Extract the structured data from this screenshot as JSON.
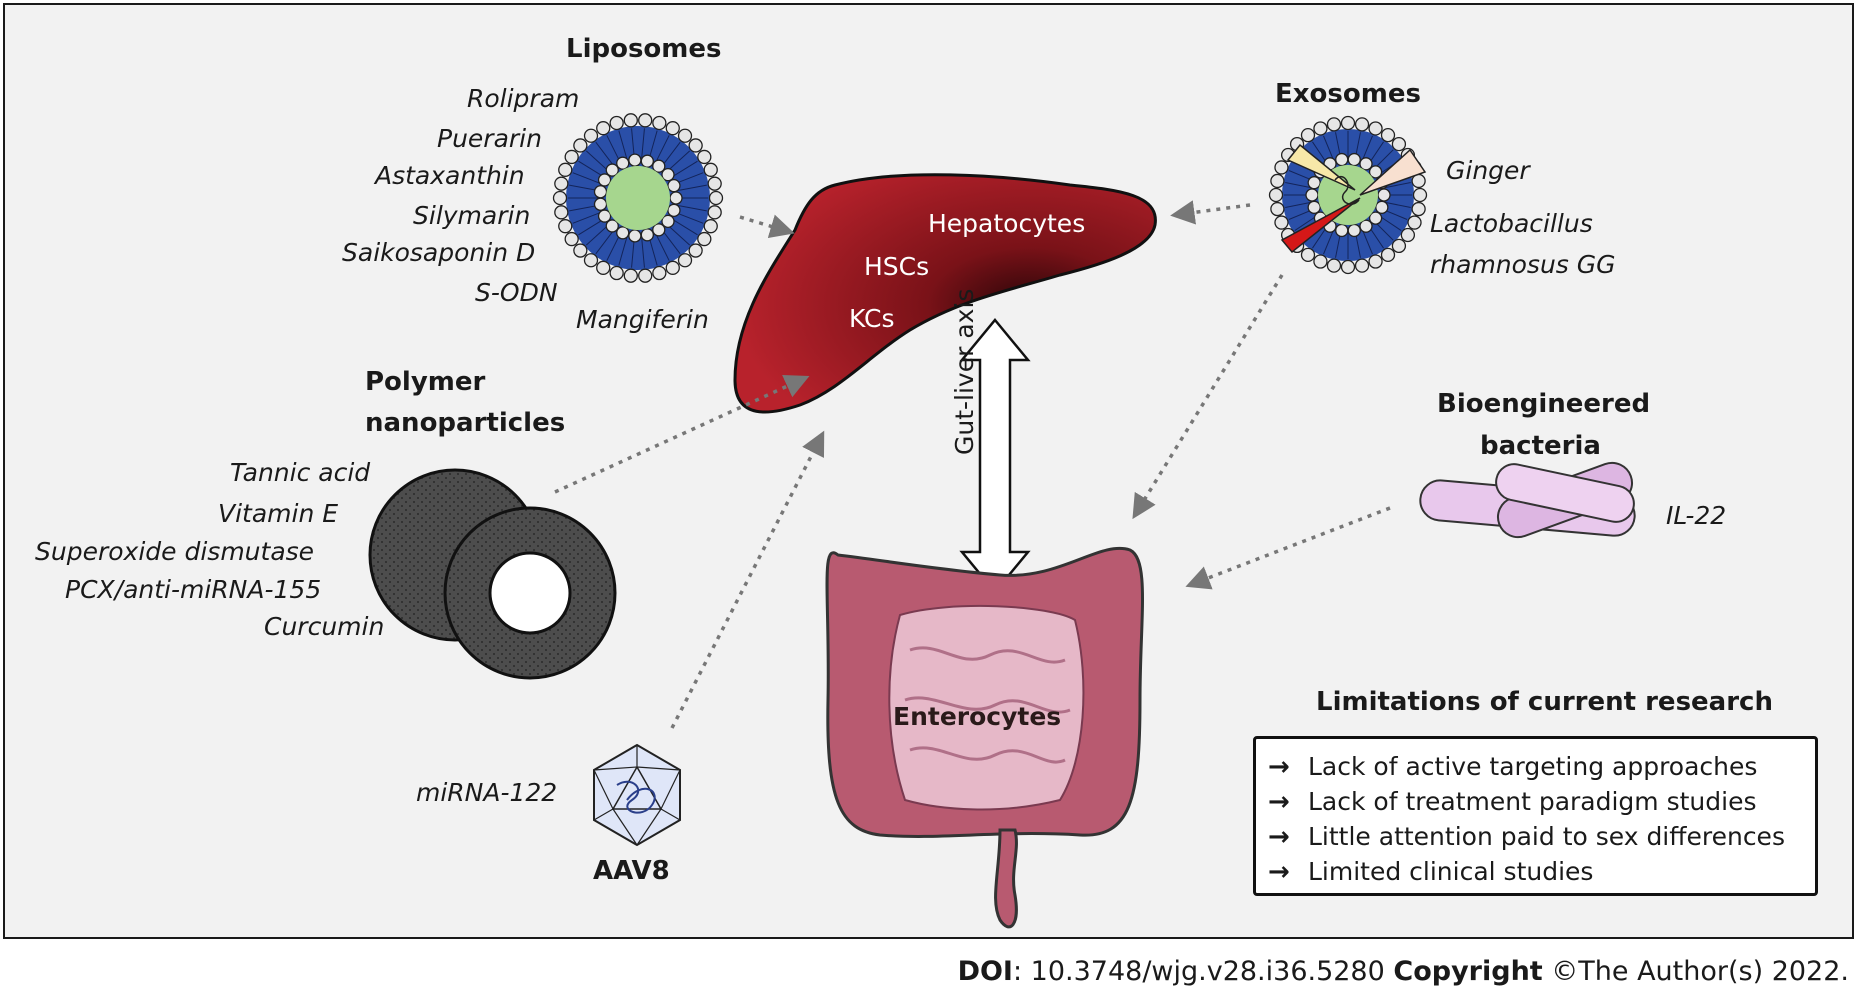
{
  "liposomes": {
    "title": "Liposomes",
    "drugs": [
      "Rolipram",
      "Puerarin",
      "Astaxanthin",
      "Silymarin",
      "Saikosaponin D",
      "S-ODN",
      "Mangiferin"
    ]
  },
  "polymer": {
    "title_line1": "Polymer",
    "title_line2": "nanoparticles",
    "drugs": [
      "Tannic acid",
      "Vitamin E",
      "Superoxide dismutase",
      "PCX/anti-miRNA-155",
      "Curcumin"
    ]
  },
  "aav": {
    "title": "AAV8",
    "cargo": "miRNA-122"
  },
  "exosomes": {
    "title": "Exosomes",
    "sources": [
      "Ginger",
      "Lactobacillus",
      "rhamnosus GG"
    ]
  },
  "bacteria": {
    "title_line1": "Bioengineered",
    "title_line2": "bacteria",
    "cargo": "IL-22"
  },
  "liver": {
    "cells": [
      "Hepatocytes",
      "HSCs",
      "KCs"
    ]
  },
  "axis": {
    "label": "Gut-liver axis"
  },
  "intestine": {
    "label": "Enterocytes"
  },
  "limitations": {
    "title": "Limitations of current research",
    "items": [
      "Lack of active targeting approaches",
      "Lack of treatment paradigm studies",
      "Little attention paid to sex differences",
      "Limited clinical studies"
    ]
  },
  "footer": {
    "doi_label": "DOI",
    "doi_value": ": 10.3748/wjg.v28.i36.5280 ",
    "copyright_label": "Copyright",
    "copyright_value": " ©The Author(s) 2022."
  },
  "colors": {
    "liver": "#b0202a",
    "intestine": "#b5566a",
    "lipid_blue": "#2a4fa8",
    "core_green": "#a6d68e",
    "bacteria": "#e8c8ec",
    "polymer": "#4a4a4a"
  }
}
